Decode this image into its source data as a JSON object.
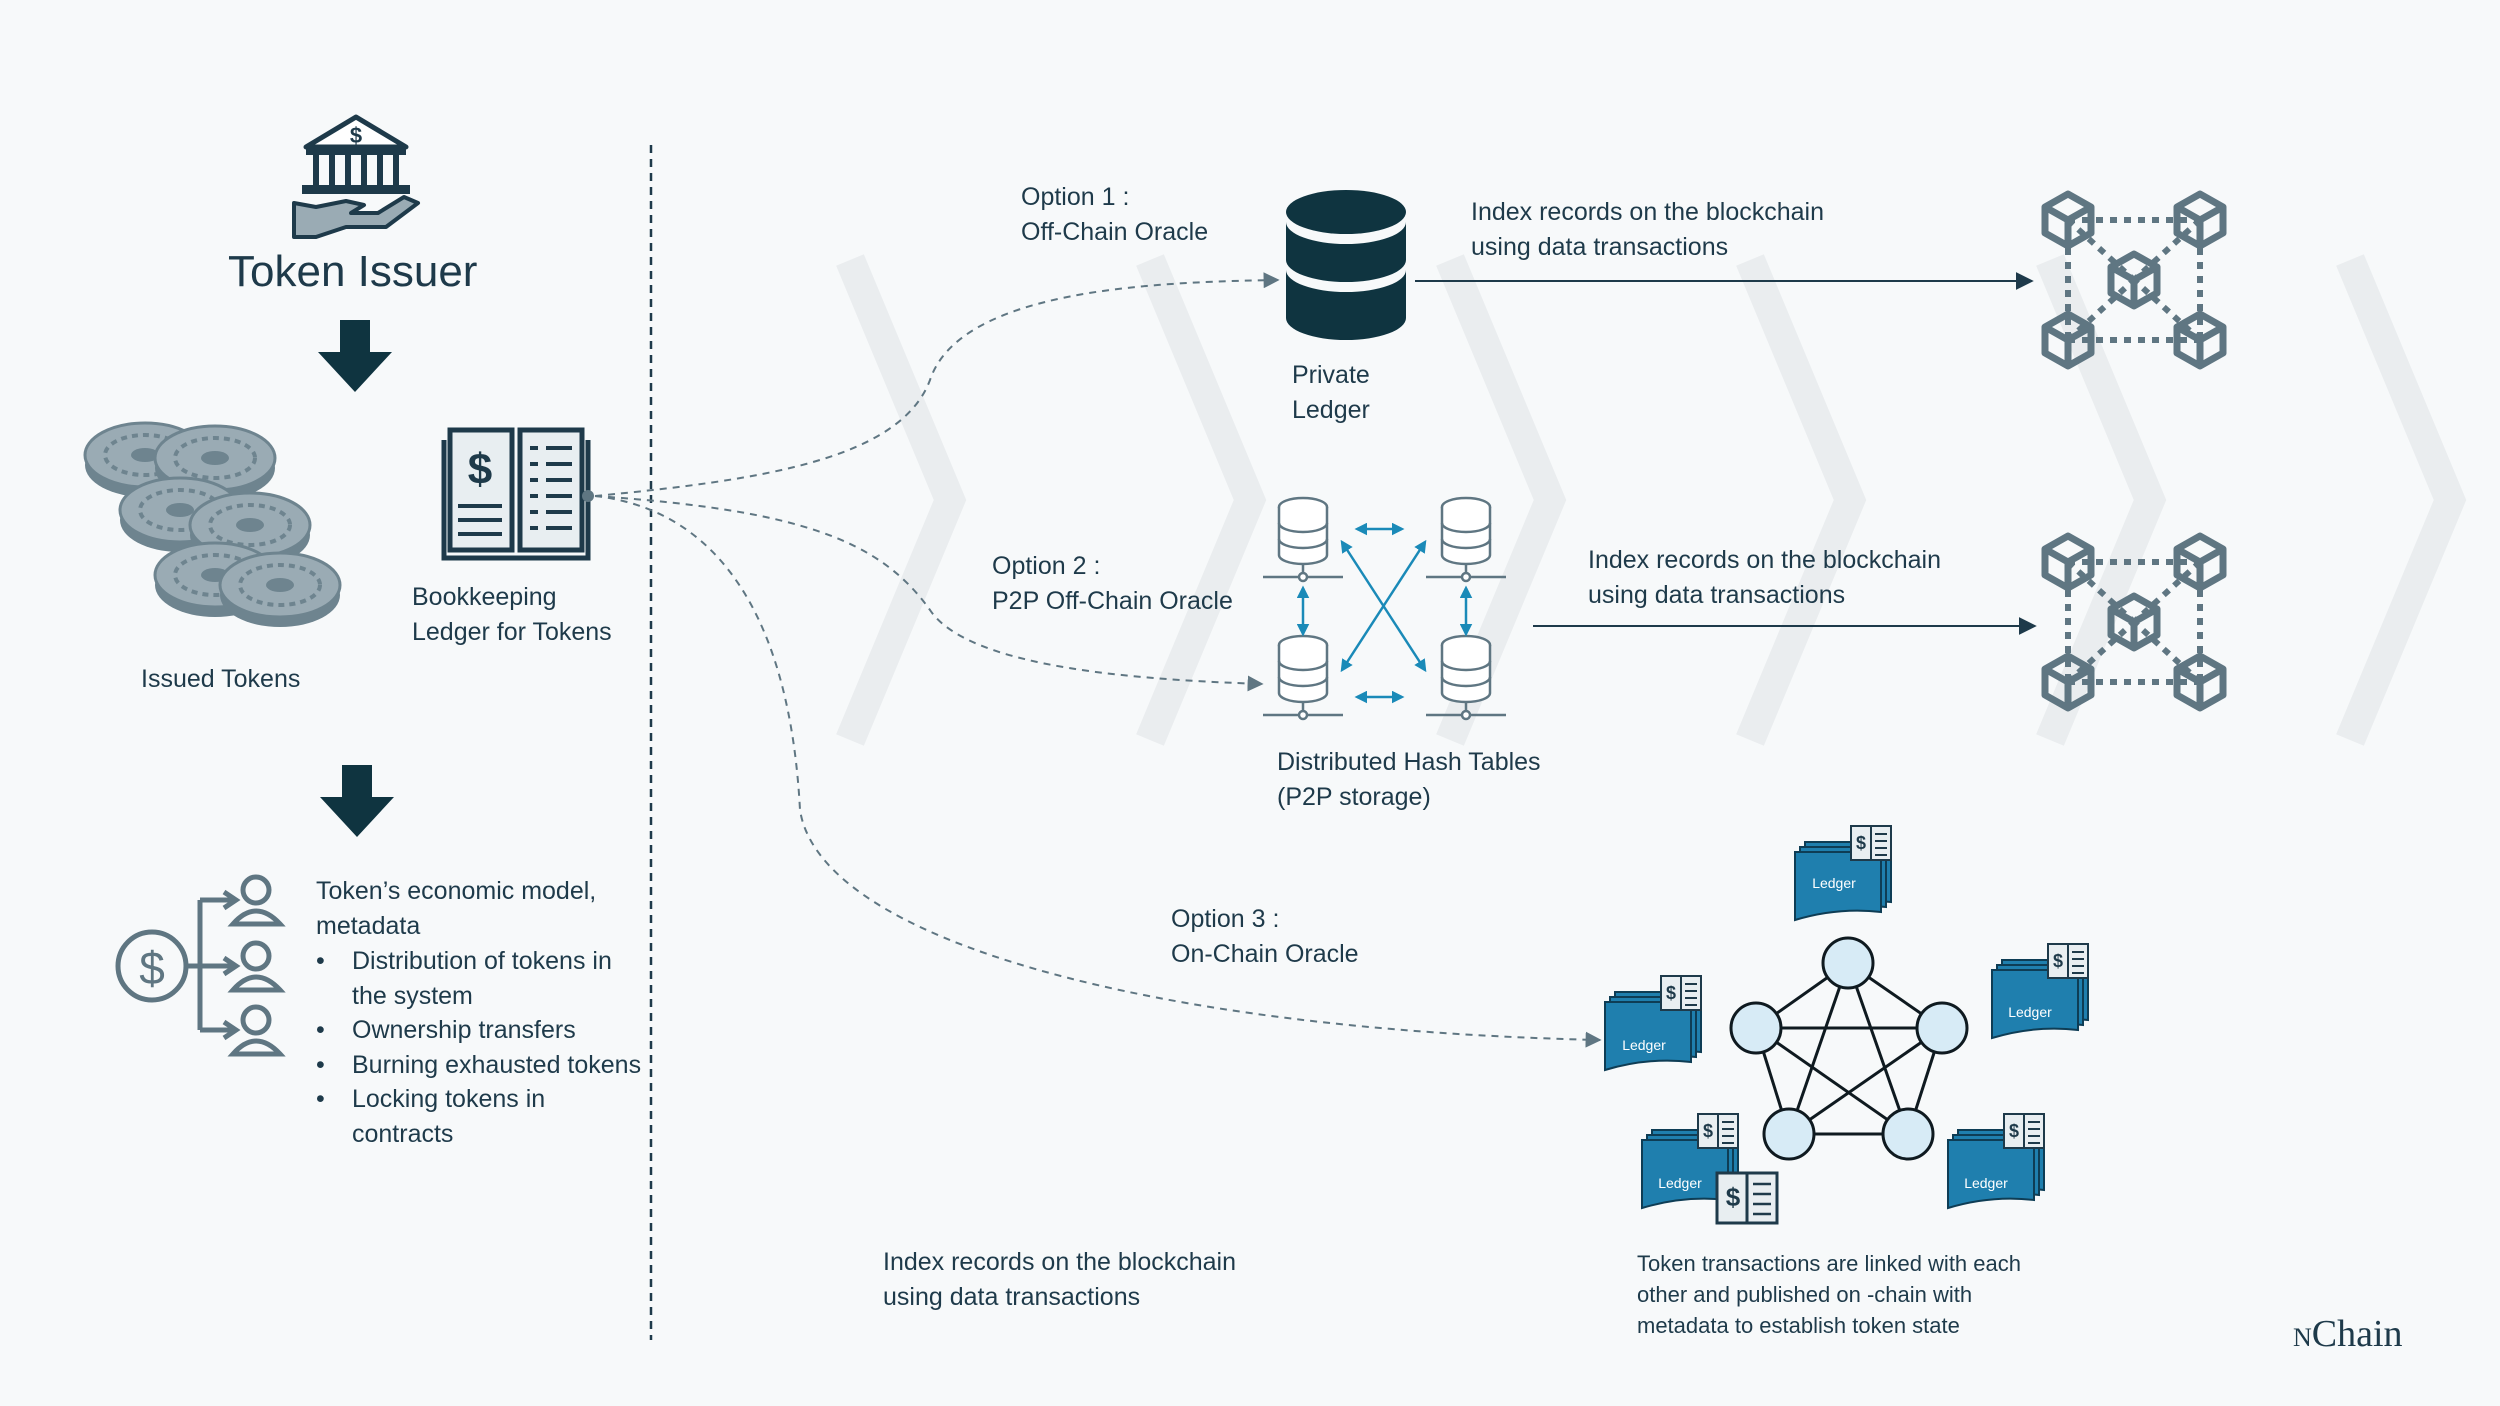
{
  "issuer": {
    "title": "Token Issuer"
  },
  "issued_tokens_label": "Issued Tokens",
  "bookkeeping": {
    "line1": "Bookkeeping",
    "line2": "Ledger for Tokens"
  },
  "economic_model": {
    "heading_line1": "Token’s economic model,",
    "heading_line2": "metadata",
    "bullets": [
      [
        "Distribution of tokens in",
        "the system"
      ],
      [
        "Ownership transfers"
      ],
      [
        "Burning exhausted tokens"
      ],
      [
        "Locking tokens in",
        "contracts"
      ]
    ]
  },
  "option1": {
    "line1": "Option 1 :",
    "line2": "Off-Chain Oracle"
  },
  "private_ledger": {
    "line1": "Private",
    "line2": "Ledger"
  },
  "index_records_1": {
    "line1": "Index records on the blockchain",
    "line2": "using data transactions"
  },
  "option2": {
    "line1": "Option 2 :",
    "line2": "P2P Off-Chain Oracle"
  },
  "dht": {
    "line1": "Distributed Hash Tables",
    "line2": "(P2P storage)"
  },
  "index_records_2": {
    "line1": "Index records on the blockchain",
    "line2": "using data transactions"
  },
  "option3": {
    "line1": "Option 3 :",
    "line2": "On-Chain Oracle"
  },
  "index_records_3": {
    "line1": "Index records on the blockchain",
    "line2": "using data transactions"
  },
  "ledger_label": "Ledger",
  "token_tx_note": {
    "line1": "Token transactions are linked with each",
    "line2": "other and published on  -chain with",
    "line3": "metadata to establish token state"
  },
  "logo": {
    "prefix": "N",
    "rest": "Chain"
  },
  "colors": {
    "primary": "#1e3a4a",
    "icon_gray": "#5f7682",
    "accent_blue": "#1a8ab8",
    "ledger_blue": "#1f7fae",
    "node_fill": "#d7ebf6"
  }
}
